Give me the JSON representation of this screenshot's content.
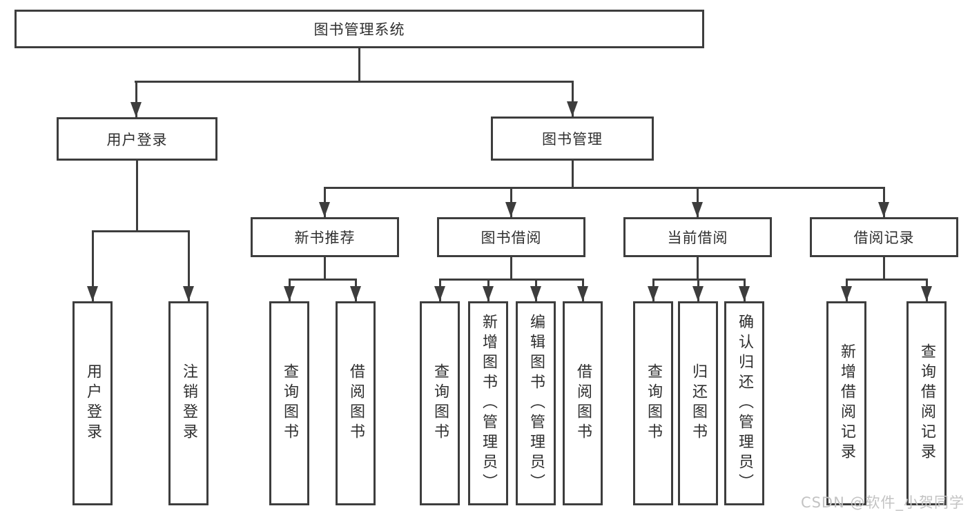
{
  "tree": {
    "title": "图书管理系统",
    "user": {
      "label": "用户登录",
      "children": [
        "用户登录",
        "注销登录"
      ]
    },
    "book": {
      "label": "图书管理",
      "sections": [
        {
          "label": "新书推荐",
          "children": [
            "查询图书",
            "借阅图书"
          ]
        },
        {
          "label": "图书借阅",
          "children": [
            "查询图书",
            "新增图书（管理员）",
            "编辑图书（管理员）",
            "借阅图书"
          ]
        },
        {
          "label": "当前借阅",
          "children": [
            "查询图书",
            "归还图书",
            "确认归还（管理员）"
          ]
        },
        {
          "label": "借阅记录",
          "children": [
            "新增借阅记录",
            "查询借阅记录"
          ]
        }
      ]
    }
  },
  "watermark": "CSDN @软件_小贺同学",
  "colors": {
    "line": "#3d3d3d",
    "text": "#2f2f2f",
    "watermark": "#c3c3c3",
    "background": "#ffffff"
  }
}
